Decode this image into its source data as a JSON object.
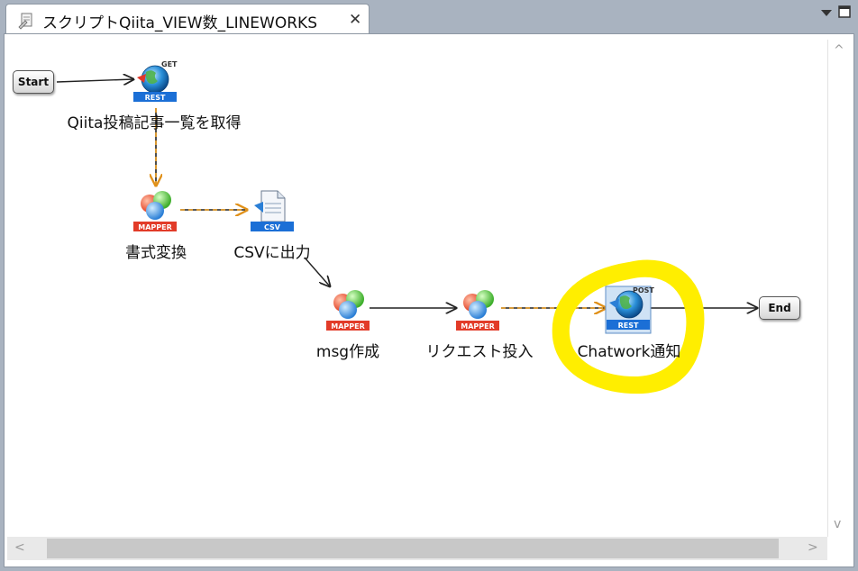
{
  "tab": {
    "title": "スクリプトQiita_VIEW数_LINEWORKS",
    "close_glyph": "✕"
  },
  "nodes": {
    "start": {
      "label": "Start"
    },
    "end": {
      "label": "End"
    },
    "get_articles": {
      "label": "Qiita投稿記事一覧を取得",
      "type": "REST",
      "badge": "REST",
      "method": "GET"
    },
    "format_convert": {
      "label": "書式変換",
      "type": "MAPPER",
      "badge": "MAPPER"
    },
    "csv_output": {
      "label": "CSVに出力",
      "type": "CSV",
      "badge": "CSV"
    },
    "msg_create": {
      "label": "msg作成",
      "type": "MAPPER",
      "badge": "MAPPER"
    },
    "request_input": {
      "label": "リクエスト投入",
      "type": "MAPPER",
      "badge": "MAPPER"
    },
    "chatwork_notify": {
      "label": "Chatwork通知",
      "type": "REST",
      "badge": "REST",
      "method": "POST"
    }
  },
  "scrollbars": {
    "left_arrow": "<",
    "right_arrow": ">",
    "up_arrow": "^",
    "down_arrow": "v"
  },
  "colors": {
    "highlight": "#ffee00",
    "flow_arrow": "#222222",
    "data_flow": "#f0a020",
    "rest_badge": "#2a7be0",
    "mapper_badge": "#e03a2a",
    "csv_badge": "#2a7be0"
  },
  "icons": {
    "tab": "script-icon",
    "menu": "dropdown-triangle-icon",
    "maximize": "maximize-icon"
  }
}
